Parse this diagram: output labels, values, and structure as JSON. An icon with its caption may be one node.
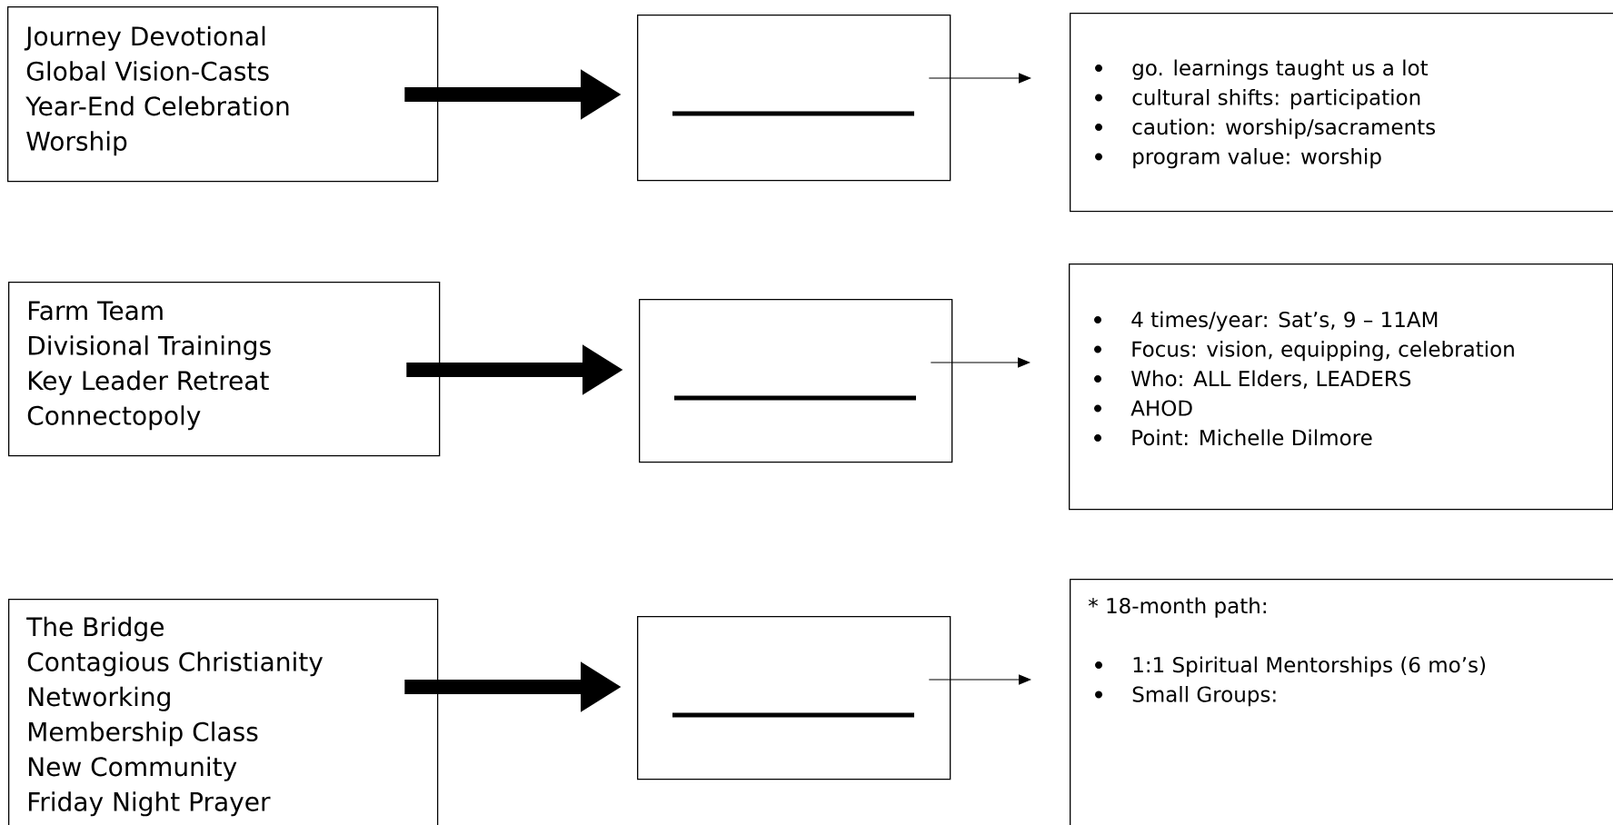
{
  "diagram": {
    "nodes": [
      {
        "text": [
          "Journey Devotional",
          "Global Vision-Casts",
          "Year-End Celebration",
          "Worship"
        ]
      },
      {
        "text": [],
        "shape": "box"
      },
      {
        "text": [
          "go. learnings taught us a lot",
          "cultural shifts:  participation",
          "caution:  worship/sacraments",
          "program value:  worship"
        ]
      },
      {
        "text": [
          "Farm Team",
          "Divisional Trainings",
          "Key Leader Retreat",
          "Connectopoly"
        ]
      },
      {
        "text": [],
        "shape": "box"
      },
      {
        "text": [
          "4 times/year:  Sat’s, 9 – 11AM",
          "Focus:  vision, equipping, celebration",
          "Who:  ALL Elders, LEADERS",
          "AHOD",
          "Point:  Michelle Dilmore"
        ]
      },
      {
        "text": [
          "The Bridge",
          "Contagious Christianity",
          "Networking",
          "Membership Class",
          "New Community",
          "Friday Night Prayer"
        ]
      },
      {
        "text": [],
        "shape": "box"
      },
      {
        "text": [
          "* 18-month path:",
          "1:1 Spiritual Mentorships (6 mo’s)",
          "Small Groups:"
        ]
      }
    ],
    "edges": [
      {
        "from": 0,
        "to": 1,
        "arrow": "to",
        "style": "thick"
      },
      {
        "from": 1,
        "to": 2,
        "arrow": "to"
      },
      {
        "from": 3,
        "to": 4,
        "arrow": "to",
        "style": "thick"
      },
      {
        "from": 4,
        "to": 5,
        "arrow": "to"
      },
      {
        "from": 6,
        "to": 7,
        "arrow": "to",
        "style": "thick"
      },
      {
        "from": 7,
        "to": 8,
        "arrow": "to"
      }
    ]
  }
}
